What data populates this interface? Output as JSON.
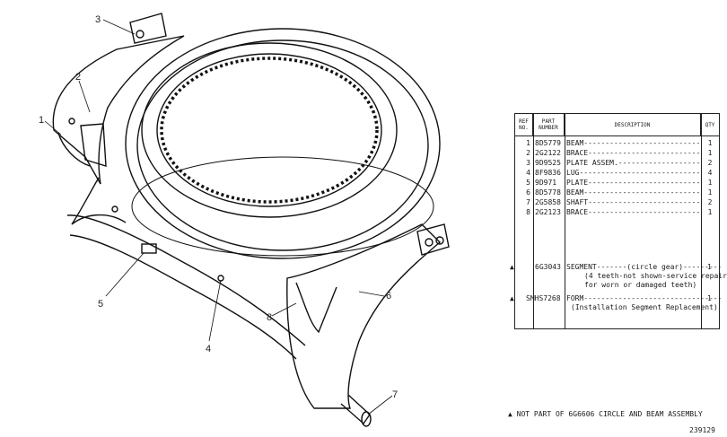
{
  "callouts": [
    "1",
    "2",
    "3",
    "4",
    "5",
    "6",
    "7",
    "8"
  ],
  "table": {
    "headers": {
      "ref": "REF NO.",
      "part": "PART NUMBER",
      "description": "DESCRIPTION",
      "qty": "QTY"
    },
    "rows": [
      {
        "ref": "1",
        "part": "8D5779",
        "desc": "BEAM--------------------------------",
        "qty": "1"
      },
      {
        "ref": "2",
        "part": "2G2122",
        "desc": "BRACE--------------------------------",
        "qty": "1"
      },
      {
        "ref": "3",
        "part": "9D9525",
        "desc": "PLATE ASSEM.--------------------------",
        "qty": "2"
      },
      {
        "ref": "4",
        "part": "8F9836",
        "desc": "LUG---------------------------------",
        "qty": "4"
      },
      {
        "ref": "5",
        "part": "9D971",
        "desc": "PLATE-------------------------------",
        "qty": "1"
      },
      {
        "ref": "6",
        "part": "8D5778",
        "desc": "BEAM--------------------------------",
        "qty": "1"
      },
      {
        "ref": "7",
        "part": "2G5858",
        "desc": "SHAFT-------------------------------",
        "qty": "2"
      },
      {
        "ref": "8",
        "part": "2G2123",
        "desc": "BRACE--------------------------------",
        "qty": "1"
      }
    ],
    "notes": [
      {
        "mark": "▲",
        "part": "6G3043",
        "lines": [
          "SEGMENT-------(circle gear)---------",
          "(4 teeth-not shown-service repair",
          "for worn or damaged teeth)"
        ],
        "qty": "1"
      },
      {
        "mark": "▲",
        "part": "SMHS7268",
        "lines": [
          "FORM--------------------------------",
          "(Installation Segment Replacement)"
        ],
        "qty": "1"
      }
    ]
  },
  "footnote": "▲ NOT PART OF 6G6606 CIRCLE AND BEAM ASSEMBLY",
  "image_number": "239129"
}
